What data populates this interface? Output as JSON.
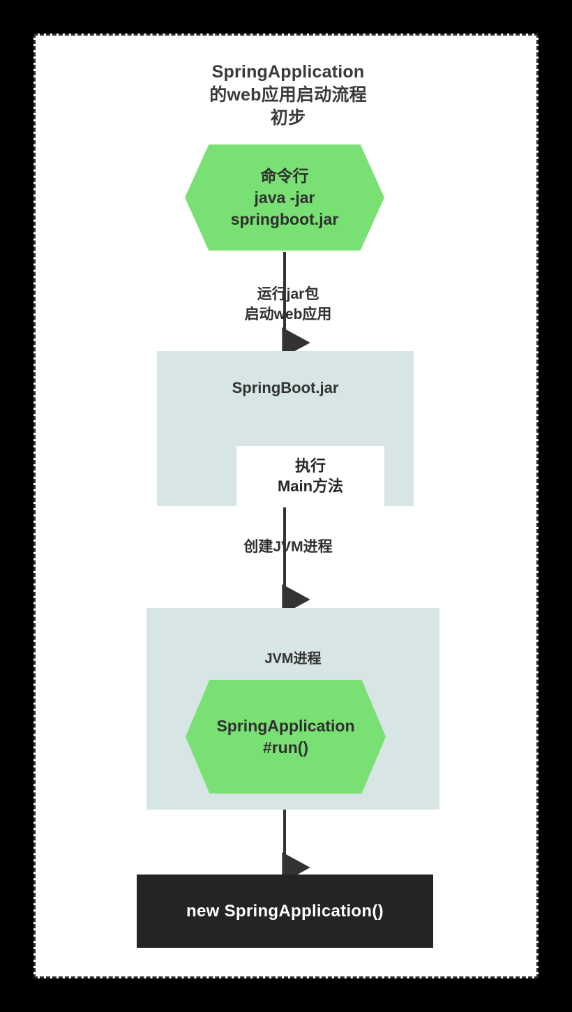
{
  "diagram": {
    "title": {
      "line1": "SpringApplication",
      "line2": "的web应用启动流程",
      "line3": "初步"
    },
    "nodes": {
      "command": {
        "shape": "hexagon",
        "color": "#79e174",
        "line1": "命令行",
        "line2": "java -jar",
        "line3": "springboot.jar"
      },
      "springboot_jar": {
        "shape": "container",
        "color": "#d7e5e4",
        "label": "SpringBoot.jar",
        "inner": {
          "shape": "rect",
          "color": "#ffffff",
          "line1": "执行",
          "line2": "Main方法"
        }
      },
      "jvm_process": {
        "shape": "container",
        "color": "#d7e5e4",
        "label": "JVM进程",
        "inner": {
          "shape": "hexagon",
          "color": "#79e174",
          "line1": "SpringApplication",
          "line2": "#run()"
        }
      },
      "new_springapplication": {
        "shape": "rect",
        "color": "#242424",
        "text_color": "#ffffff",
        "label": "new  SpringApplication()"
      }
    },
    "edges": [
      {
        "from": "command",
        "to": "springboot_jar",
        "line1": "运行jar包",
        "line2": "启动web应用"
      },
      {
        "from": "springboot_jar",
        "to": "jvm_process",
        "line1": "创建JVM进程"
      },
      {
        "from": "jvm_process",
        "to": "new_springapplication",
        "line1": ""
      }
    ],
    "style": {
      "canvas_background": "#000000",
      "panel_background": "#ffffff",
      "panel_border": "#2b2b2b",
      "arrow_color": "#333333",
      "accent_green": "#79e174",
      "accent_bluegray": "#d7e5e4",
      "dark_box": "#242424"
    }
  }
}
